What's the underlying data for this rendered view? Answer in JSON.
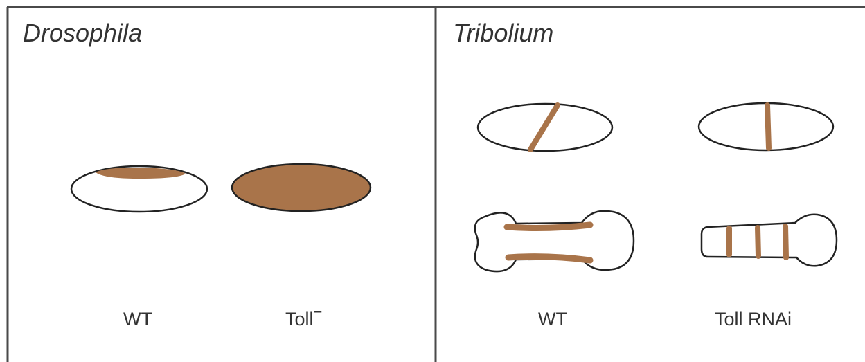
{
  "colors": {
    "stain": "#a9744a",
    "outline": "#222222",
    "border": "#4a4a4a",
    "text": "#333333"
  },
  "panels": [
    {
      "title": "Drosophila",
      "labels": [
        "WT",
        "Toll",
        "−"
      ]
    },
    {
      "title": "Tribolium",
      "labels": [
        "WT",
        "Toll RNAi"
      ]
    }
  ]
}
